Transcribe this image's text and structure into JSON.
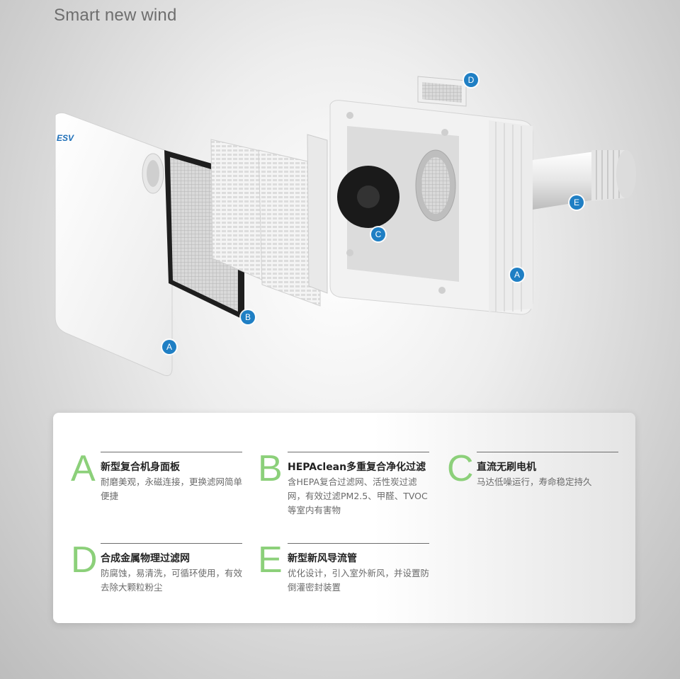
{
  "header": {
    "title": "Smart new wind"
  },
  "brand": {
    "logo_text": "ESV"
  },
  "markers": [
    "A",
    "B",
    "C",
    "D",
    "E",
    "A"
  ],
  "features": [
    {
      "letter": "A",
      "title": "新型复合机身面板",
      "description": "耐磨美观，永磁连接，更换滤网简单便捷"
    },
    {
      "letter": "B",
      "title": "HEPAclean多重复合净化过滤",
      "description": "含HEPA复合过滤网、活性炭过滤网，有效过滤PM2.5、甲醛、TVOC等室内有害物"
    },
    {
      "letter": "C",
      "title": "直流无刷电机",
      "description": "马达低噪运行，寿命稳定持久"
    },
    {
      "letter": "D",
      "title": "合成金属物理过滤网",
      "description": "防腐蚀，易清洗，可循环使用，有效去除大颗粒粉尘"
    },
    {
      "letter": "E",
      "title": "新型新风导流管",
      "description": "优化设计，引入室外新风，并设置防倒灌密封装置"
    }
  ],
  "colors": {
    "accent_green": "#8cd07a",
    "marker_blue": "#1f7fc4"
  }
}
